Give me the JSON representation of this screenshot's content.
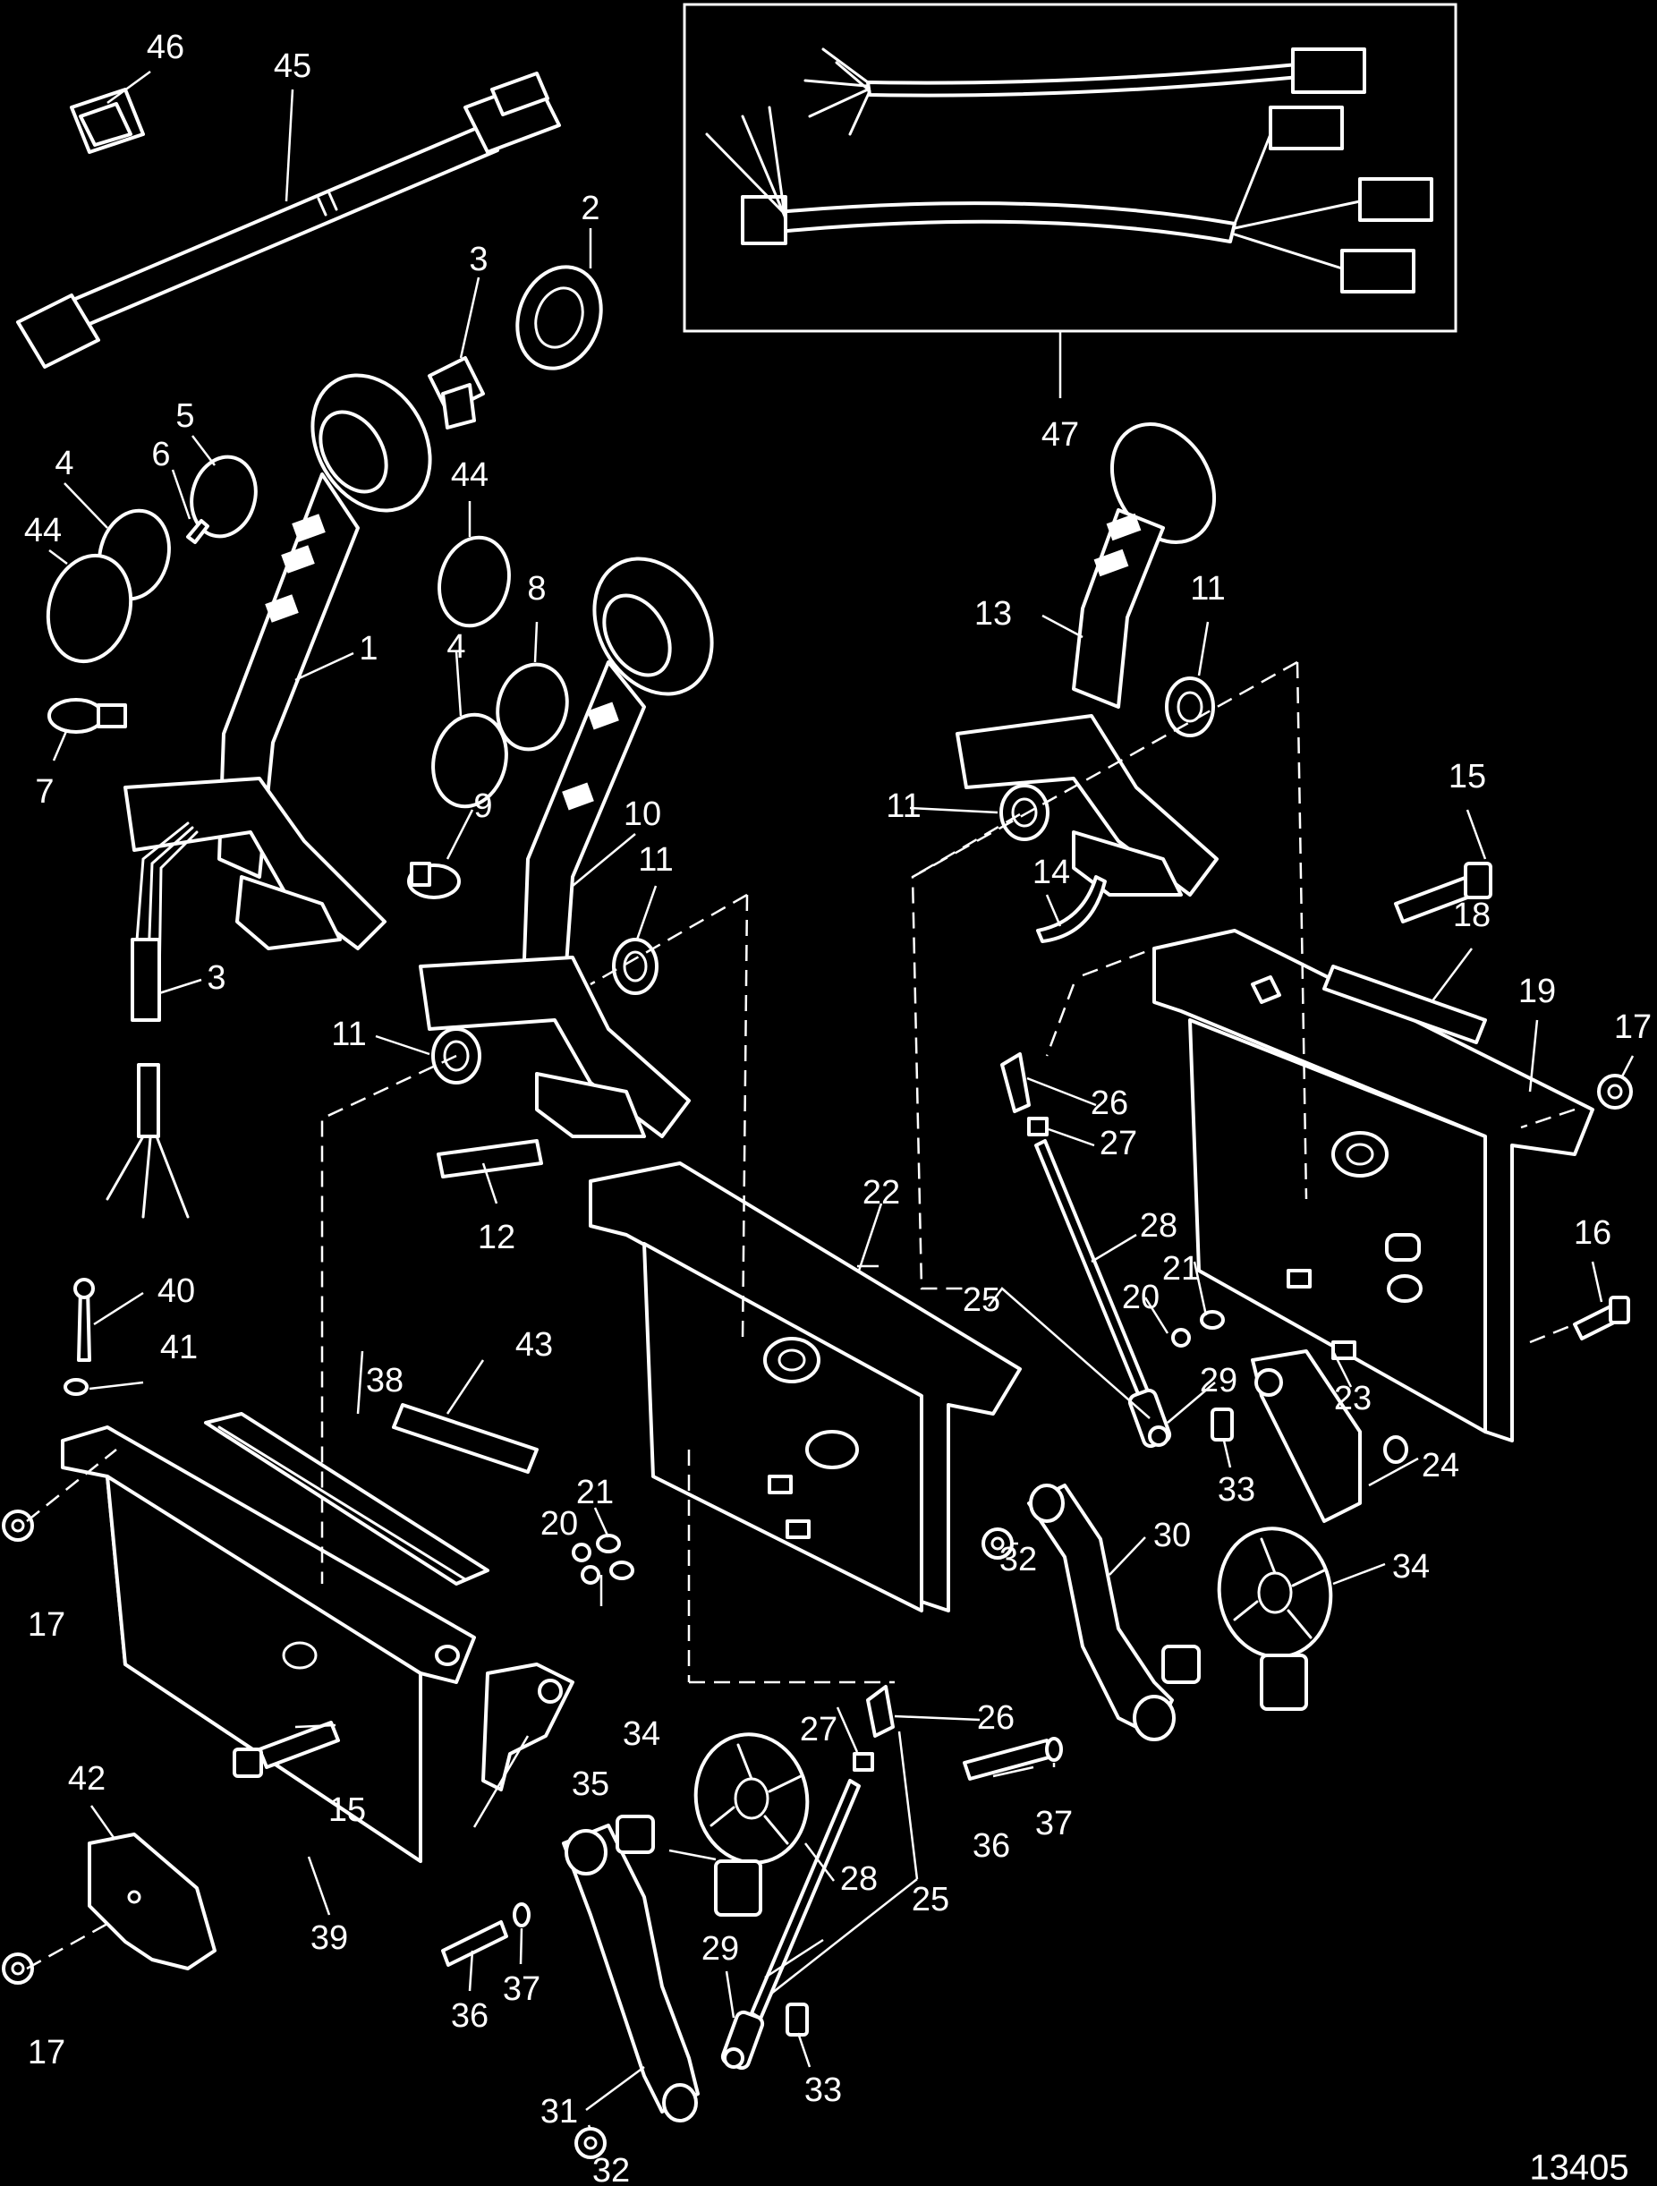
{
  "diagram": {
    "figure_number": "13405",
    "callouts": {
      "c1": "1",
      "c2": "2",
      "c3a": "3",
      "c3b": "3",
      "c4a": "4",
      "c4b": "4",
      "c5": "5",
      "c6": "6",
      "c7": "7",
      "c8": "8",
      "c9": "9",
      "c10": "10",
      "c11a": "11",
      "c11b": "11",
      "c11c": "11",
      "c11d": "11",
      "c12": "12",
      "c13": "13",
      "c14": "14",
      "c15a": "15",
      "c15b": "15",
      "c16": "16",
      "c17a": "17",
      "c17b": "17",
      "c17c": "17",
      "c18": "18",
      "c19": "19",
      "c20a": "20",
      "c20b": "20",
      "c21a": "21",
      "c21b": "21",
      "c22": "22",
      "c23": "23",
      "c24": "24",
      "c25a": "25",
      "c25b": "25",
      "c26a": "26",
      "c26b": "26",
      "c27a": "27",
      "c27b": "27",
      "c28a": "28",
      "c28b": "28",
      "c29a": "29",
      "c29b": "29",
      "c30": "30",
      "c31": "31",
      "c32a": "32",
      "c32b": "32",
      "c33a": "33",
      "c33b": "33",
      "c34a": "34",
      "c34b": "34",
      "c35": "35",
      "c36a": "36",
      "c36b": "36",
      "c37a": "37",
      "c37b": "37",
      "c38": "38",
      "c39": "39",
      "c40": "40",
      "c41": "41",
      "c42": "42",
      "c43": "43",
      "c44a": "44",
      "c44b": "44",
      "c45": "45",
      "c46": "46",
      "c47": "47"
    }
  }
}
